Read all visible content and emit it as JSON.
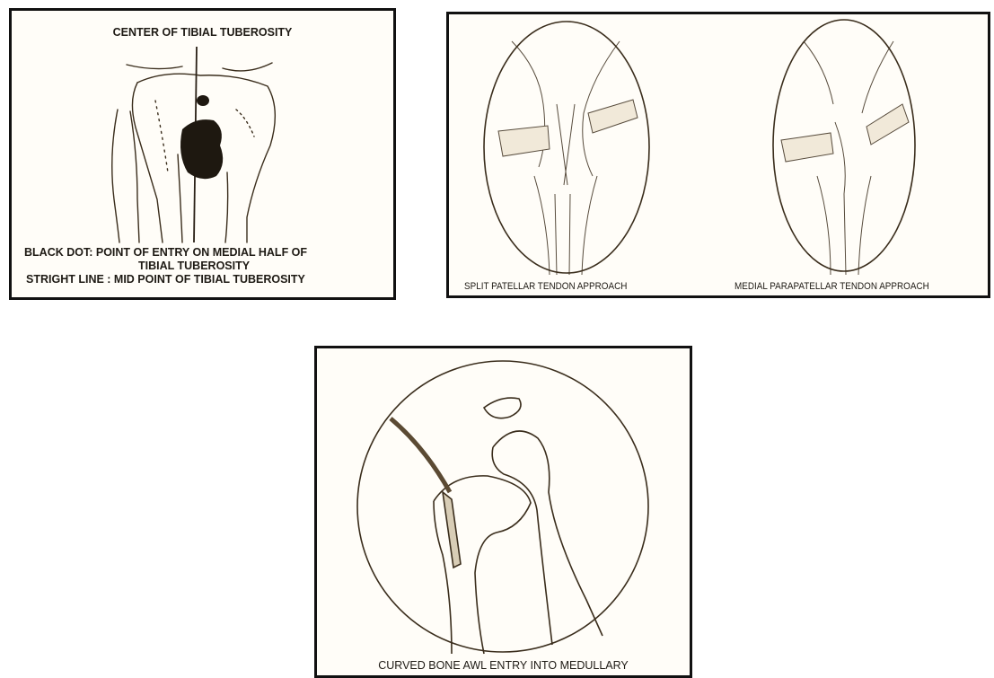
{
  "panels": {
    "tibia": {
      "title": "CENTER OF TIBIAL TUBEROSITY",
      "line1": "BLACK DOT:  POINT OF ENTRY ON MEDIAL HALF OF",
      "line2": "TIBIAL TUBEROSITY",
      "line3": "STRIGHT LINE : MID POINT OF TIBIAL TUBEROSITY"
    },
    "tendon": {
      "left_caption": "SPLIT PATELLAR TENDON APPROACH",
      "right_caption": "MEDIAL PARAPATELLAR TENDON APPROACH"
    },
    "awl": {
      "caption": "CURVED BONE AWL ENTRY INTO MEDULLARY"
    }
  },
  "colors": {
    "ink": "#3a2d1c",
    "frame": "#111111",
    "background": "#fffdf8"
  }
}
